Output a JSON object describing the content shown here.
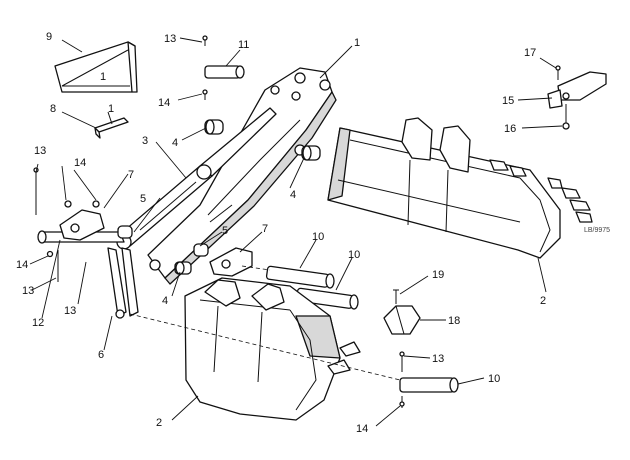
{
  "diagram": {
    "drawing_code": "LB/9975",
    "callouts": {
      "c1": "1",
      "c2a": "2",
      "c2b": "2",
      "c3": "3",
      "c4a": "4",
      "c4b": "4",
      "c4c": "4",
      "c5a": "5",
      "c5b": "5",
      "c6": "6",
      "c7a": "7",
      "c7b": "7",
      "c8": "8",
      "c9": "9",
      "c10a": "10",
      "c10b": "10",
      "c10c": "10",
      "c11": "11",
      "c12": "12",
      "c13a": "13",
      "c13b": "13",
      "c13c": "13",
      "c13d": "13",
      "c13e": "13",
      "c14a": "14",
      "c14b": "14",
      "c14c": "14",
      "c14d": "14",
      "c15": "15",
      "c16": "16",
      "c17": "17",
      "c18": "18",
      "c19": "19"
    }
  }
}
